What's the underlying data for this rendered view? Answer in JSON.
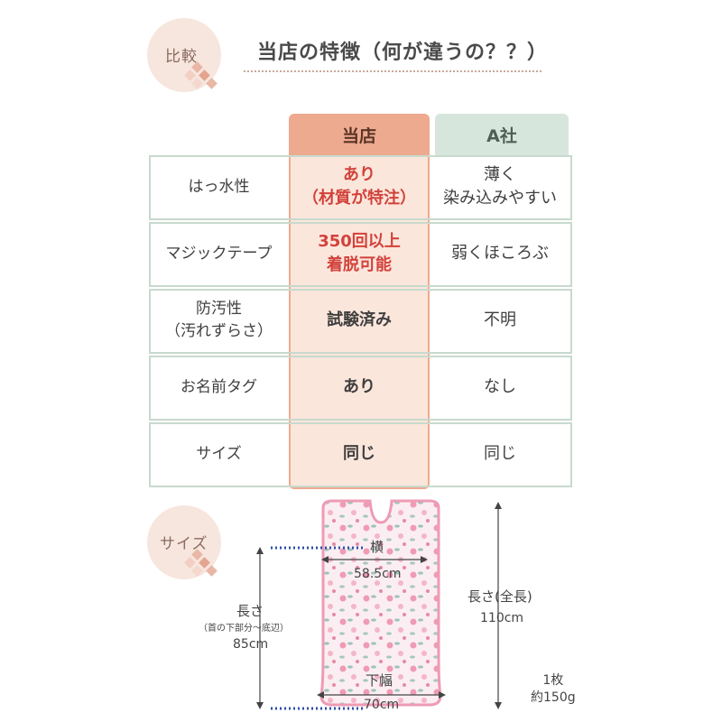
{
  "badges": {
    "compare": "比較",
    "size": "サイズ"
  },
  "heading": "当店の特徴（何が違うの？？）",
  "table": {
    "columns": {
      "ours": "当店",
      "other": "A社"
    },
    "rows": [
      {
        "label": "はっ水性",
        "ours": "あり\n（材質が特注）",
        "other": "薄く\n染み込みやすい",
        "highlight": true
      },
      {
        "label": "マジックテープ",
        "ours": "350回以上\n着脱可能",
        "other": "弱くほころぶ",
        "highlight": true
      },
      {
        "label": "防汚性\n（汚れずらさ）",
        "ours": "試験済み",
        "other": "不明",
        "highlight": false
      },
      {
        "label": "お名前タグ",
        "ours": "あり",
        "other": "なし",
        "highlight": false
      },
      {
        "label": "サイズ",
        "ours": "同じ",
        "other": "同じ",
        "highlight": false
      }
    ]
  },
  "dimensions": {
    "width_label": "横",
    "width_value": "58.5cm",
    "bottom_label": "下幅",
    "bottom_value": "70cm",
    "length_label": "長さ",
    "length_note": "（首の下部分～底辺）",
    "length_value": "85cm",
    "total_label": "長さ(全長)",
    "total_value": "110cm"
  },
  "product": {
    "count": "1枚",
    "weight": "約150g"
  },
  "colors": {
    "accent": "#eeaa8f",
    "highlight_text": "#d2423a",
    "other": "#d7e6dc",
    "border": "#c8dacd"
  }
}
